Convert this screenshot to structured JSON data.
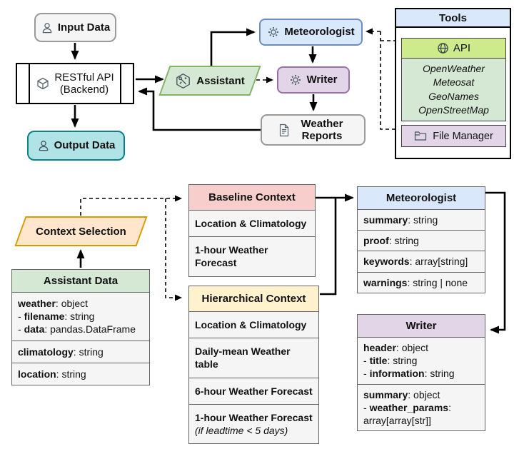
{
  "palette": {
    "gray_fill": "#f5f5f5",
    "gray_stroke": "#9a9a9a",
    "green_fill": "#d5e8d4",
    "green_stroke": "#82b366",
    "blue_fill": "#dae8fc",
    "blue_stroke": "#6c8ebf",
    "purple_fill": "#e1d5e7",
    "purple_stroke": "#9673a6",
    "teal_fill": "#b0e3e6",
    "teal_stroke": "#0e8088",
    "orange_fill": "#ffe6cc",
    "orange_stroke": "#d79b00",
    "yellow_fill": "#fff2cc",
    "pink_fill": "#f8cecc",
    "lime_fill": "#cdeb8b",
    "edge_color": "#000000",
    "table_border": "#666666"
  },
  "flow": {
    "input_data": {
      "label": "Input Data",
      "icon": "person-icon"
    },
    "restful_api": {
      "line1": "RESTful API",
      "line2": "(Backend)",
      "icon": "cube-icon"
    },
    "output_data": {
      "label": "Output Data",
      "icon": "person-icon"
    },
    "assistant": {
      "label": "Assistant",
      "icon": "tools-hexagon-icon"
    },
    "meteorologist": {
      "label": "Meteorologist",
      "icon": "gear-icon"
    },
    "writer": {
      "label": "Writer",
      "icon": "gear-icon"
    },
    "weather_reports": {
      "label": "Weather Reports",
      "icon": "document-icon"
    },
    "tools_panel": {
      "title": "Tools",
      "api": {
        "label": "API",
        "icon": "globe-icon",
        "items": [
          "OpenWeather",
          "Meteosat",
          "GeoNames",
          "OpenStreetMap"
        ]
      },
      "file_manager": {
        "label": "File Manager",
        "icon": "folder-icon"
      }
    }
  },
  "schemas": {
    "context_selection": {
      "label": "Context Selection"
    },
    "assistant_data": {
      "title": "Assistant Data",
      "rows": [
        {
          "lines": [
            [
              {
                "t": "weather",
                "b": true
              },
              {
                "t": ": object"
              }
            ],
            [
              {
                "t": "- "
              },
              {
                "t": "filename",
                "b": true
              },
              {
                "t": ": string"
              }
            ],
            [
              {
                "t": "- "
              },
              {
                "t": "data",
                "b": true
              },
              {
                "t": ": pandas.DataFrame"
              }
            ]
          ]
        },
        {
          "lines": [
            [
              {
                "t": "climatology",
                "b": true
              },
              {
                "t": ": string"
              }
            ]
          ]
        },
        {
          "lines": [
            [
              {
                "t": "location",
                "b": true
              },
              {
                "t": ": string"
              }
            ]
          ]
        }
      ]
    },
    "baseline_context": {
      "title": "Baseline Context",
      "rows": [
        {
          "lines": [
            [
              {
                "t": "Location & Climatology",
                "b": true
              }
            ]
          ]
        },
        {
          "lines": [
            [
              {
                "t": "1-hour Weather Forecast",
                "b": true
              }
            ]
          ]
        }
      ]
    },
    "hierarchical_context": {
      "title": "Hierarchical Context",
      "rows": [
        {
          "lines": [
            [
              {
                "t": "Location & Climatology",
                "b": true
              }
            ]
          ]
        },
        {
          "lines": [
            [
              {
                "t": "Daily-mean Weather table",
                "b": true
              }
            ]
          ]
        },
        {
          "lines": [
            [
              {
                "t": "6-hour Weather Forecast",
                "b": true
              }
            ]
          ]
        },
        {
          "lines": [
            [
              {
                "t": "1-hour Weather Forecast",
                "b": true
              }
            ],
            [
              {
                "t": "(if leadtime < 5 days)",
                "i": true
              }
            ]
          ]
        }
      ]
    },
    "meteorologist": {
      "title": "Meteorologist",
      "rows": [
        {
          "lines": [
            [
              {
                "t": "summary",
                "b": true
              },
              {
                "t": ": string"
              }
            ]
          ]
        },
        {
          "lines": [
            [
              {
                "t": "proof",
                "b": true
              },
              {
                "t": ": string"
              }
            ]
          ]
        },
        {
          "lines": [
            [
              {
                "t": "keywords",
                "b": true
              },
              {
                "t": ": array[string]"
              }
            ]
          ]
        },
        {
          "lines": [
            [
              {
                "t": "warnings",
                "b": true
              },
              {
                "t": ": string | none"
              }
            ]
          ]
        }
      ]
    },
    "writer": {
      "title": "Writer",
      "rows": [
        {
          "lines": [
            [
              {
                "t": "header",
                "b": true
              },
              {
                "t": ": object"
              }
            ],
            [
              {
                "t": "- "
              },
              {
                "t": "title",
                "b": true
              },
              {
                "t": ": string"
              }
            ],
            [
              {
                "t": "- "
              },
              {
                "t": "information",
                "b": true
              },
              {
                "t": ": string"
              }
            ]
          ]
        },
        {
          "lines": [
            [
              {
                "t": "summary",
                "b": true
              },
              {
                "t": ": object"
              }
            ],
            [
              {
                "t": "- "
              },
              {
                "t": "weather_params",
                "b": true
              },
              {
                "t": ":"
              }
            ],
            [
              {
                "t": "array[array[str]]"
              }
            ]
          ]
        }
      ]
    }
  }
}
